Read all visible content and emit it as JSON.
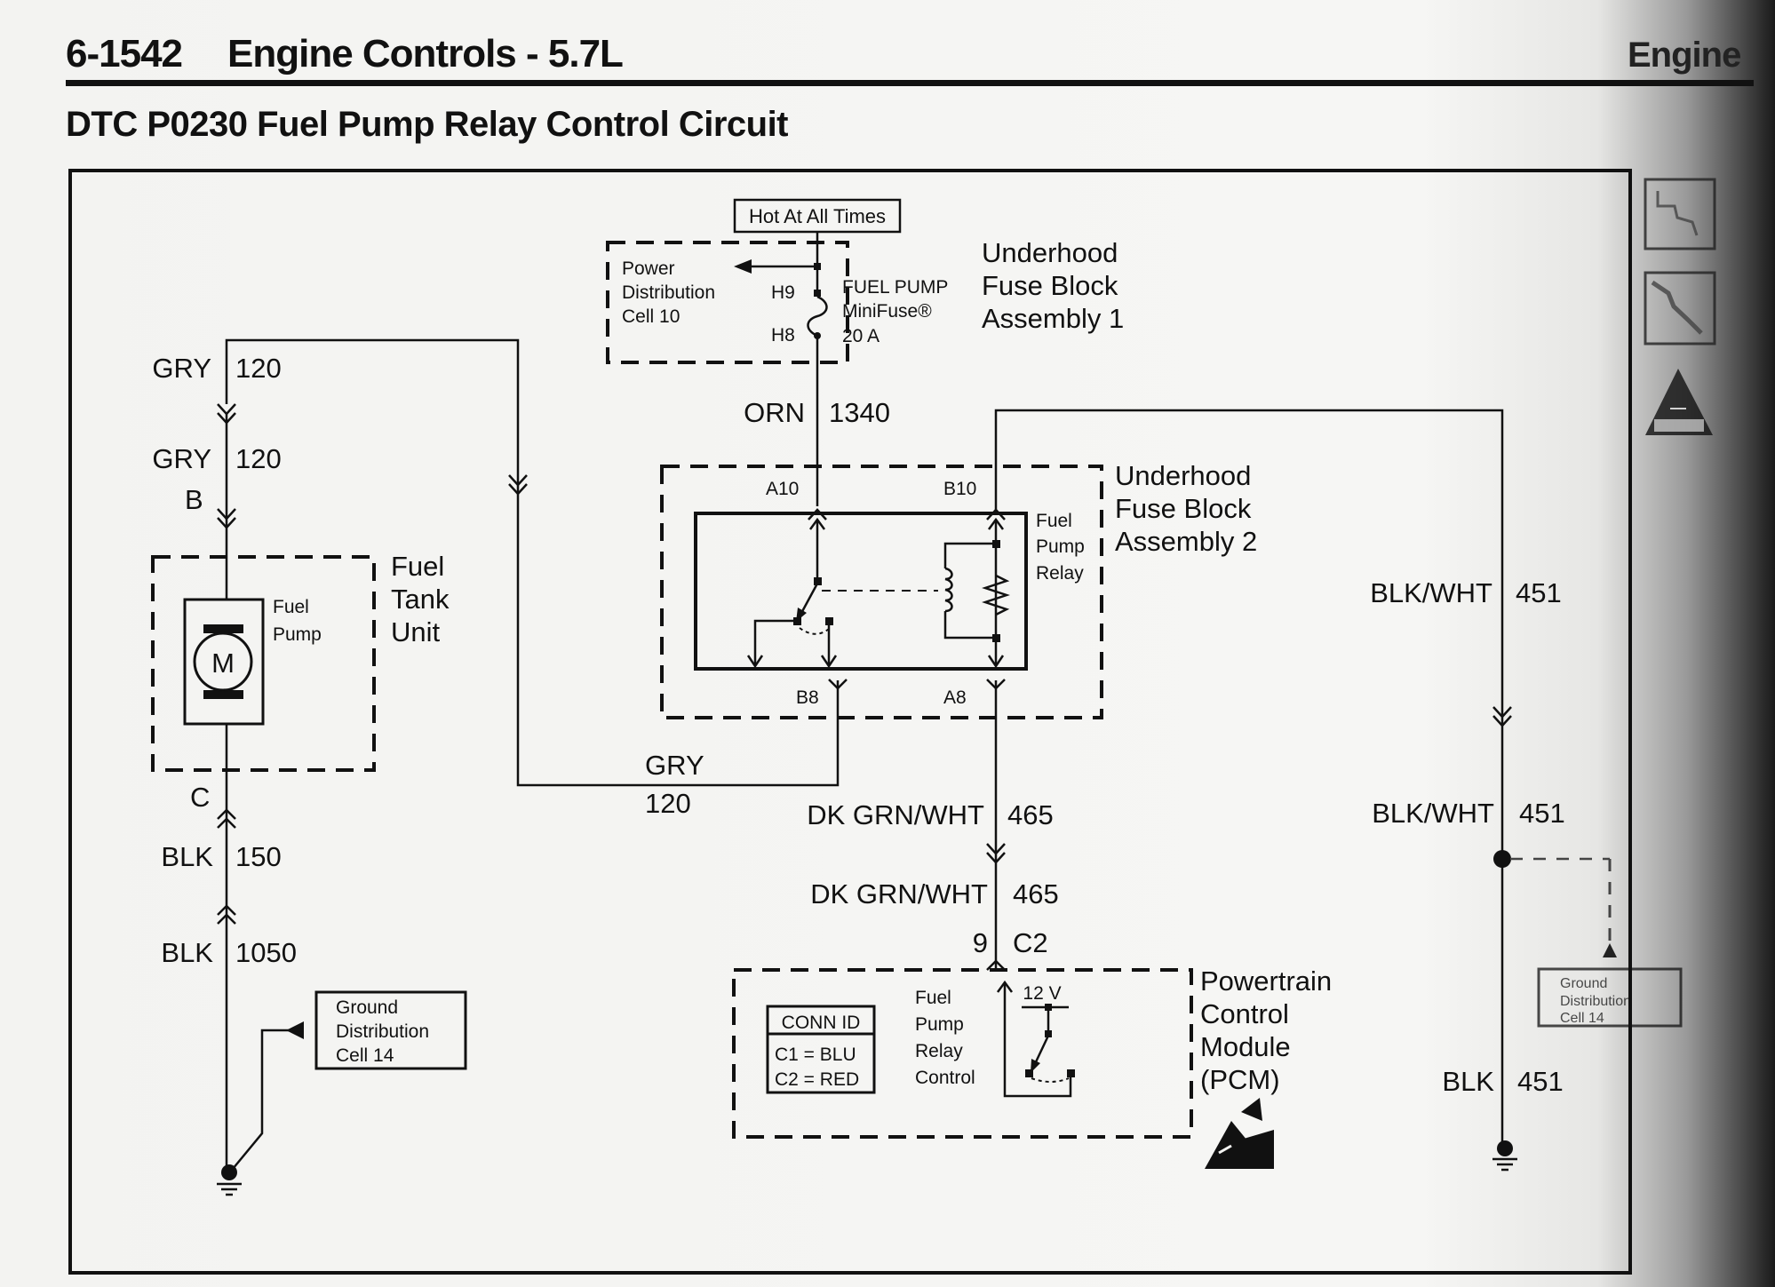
{
  "header": {
    "page_number": "6-1542",
    "section_title": "Engine Controls - 5.7L",
    "tab_label": "Engine"
  },
  "document": {
    "title": "DTC P0230 Fuel Pump Relay Control Circuit"
  },
  "diagram": {
    "hot_label": "Hot At All Times",
    "fuse_block_1": {
      "name_lines": [
        "Underhood",
        "Fuse Block",
        "Assembly 1"
      ],
      "power_dist_lines": [
        "Power",
        "Distribution",
        "Cell 10"
      ],
      "pin_top": "H9",
      "pin_bottom": "H8",
      "fuse_lines": [
        "FUEL PUMP",
        "MiniFuse®",
        "20 A"
      ]
    },
    "fuse_block_2": {
      "name_lines": [
        "Underhood",
        "Fuse Block",
        "Assembly 2"
      ],
      "pins": {
        "a10": "A10",
        "b10": "B10",
        "b8": "B8",
        "a8": "A8"
      },
      "relay_lines": [
        "Fuel",
        "Pump",
        "Relay"
      ]
    },
    "fuel_tank_unit": {
      "name_lines": [
        "Fuel",
        "Tank",
        "Unit"
      ],
      "pump_lines": [
        "Fuel",
        "Pump"
      ],
      "motor_symbol": "M",
      "connector_b": "B",
      "connector_c": "C"
    },
    "pcm": {
      "name_lines": [
        "Powertrain",
        "Control",
        "Module",
        "(PCM)"
      ],
      "conn_id_title": "CONN ID",
      "conn_id_lines": [
        "C1 = BLU",
        "C2 = RED"
      ],
      "control_lines": [
        "Fuel",
        "Pump",
        "Relay",
        "Control"
      ],
      "voltage": "12 V",
      "pin": "9",
      "connector": "C2"
    },
    "ground_left": {
      "label_lines": [
        "Ground",
        "Distribution",
        "Cell 14"
      ]
    },
    "ground_right": {
      "label_lines": [
        "Ground",
        "Distribution",
        "Cell 14"
      ]
    },
    "wires": {
      "gry120_top": {
        "color": "GRY",
        "circuit": "120"
      },
      "gry120_mid": {
        "color": "GRY",
        "circuit": "120"
      },
      "gry120_bottom": {
        "color": "GRY",
        "circuit": "120"
      },
      "orn1340": {
        "color": "ORN",
        "circuit": "1340"
      },
      "blk150": {
        "color": "BLK",
        "circuit": "150"
      },
      "blk1050": {
        "color": "BLK",
        "circuit": "1050"
      },
      "dkgrn465_top": {
        "color": "DK GRN/WHT",
        "circuit": "465"
      },
      "dkgrn465_bottom": {
        "color": "DK GRN/WHT",
        "circuit": "465"
      },
      "blkwht451_top": {
        "color": "BLK/WHT",
        "circuit": "451"
      },
      "blkwht451_bottom": {
        "color": "BLK/WHT",
        "circuit": "451"
      },
      "blk451": {
        "color": "BLK",
        "circuit": "451"
      }
    },
    "colors": {
      "ink": "#111111",
      "paper": "#f4f4f2"
    }
  },
  "side_icons": [
    "wiring-diagram-icon",
    "connector-view-icon",
    "caution-triangle-icon"
  ]
}
